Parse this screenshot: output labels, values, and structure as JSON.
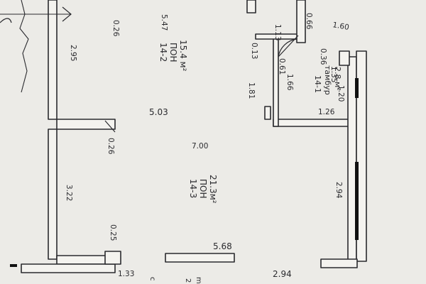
{
  "plan": {
    "colors": {
      "paper": "#ecebe7",
      "ink": "#2a2a2e",
      "wall_fill": "#f4f3ef",
      "window": "#111111"
    },
    "icons": [
      "north-arrow-icon"
    ],
    "rooms": [
      {
        "number": "14-2",
        "name": "ПОН",
        "area": "15.4 м²"
      },
      {
        "number": "14-3",
        "name": "ПОН",
        "area": "21.3м²"
      },
      {
        "number": "14-1",
        "name": "тамбур",
        "area": "2.8 м²"
      }
    ],
    "dimensions": [
      "0.26",
      "5.47",
      "1.13",
      "0.66",
      "1.60",
      "2.95",
      "0.13",
      "0.61",
      "0.36",
      "1.35",
      "1.20",
      "1.81",
      "1.66",
      "1.26",
      "5.03",
      "0.26",
      "7.00",
      "2.94",
      "3.22",
      "0.25",
      "5.68",
      "1.33",
      "2.94"
    ],
    "partial_labels": [
      "m",
      "2",
      "c"
    ]
  }
}
